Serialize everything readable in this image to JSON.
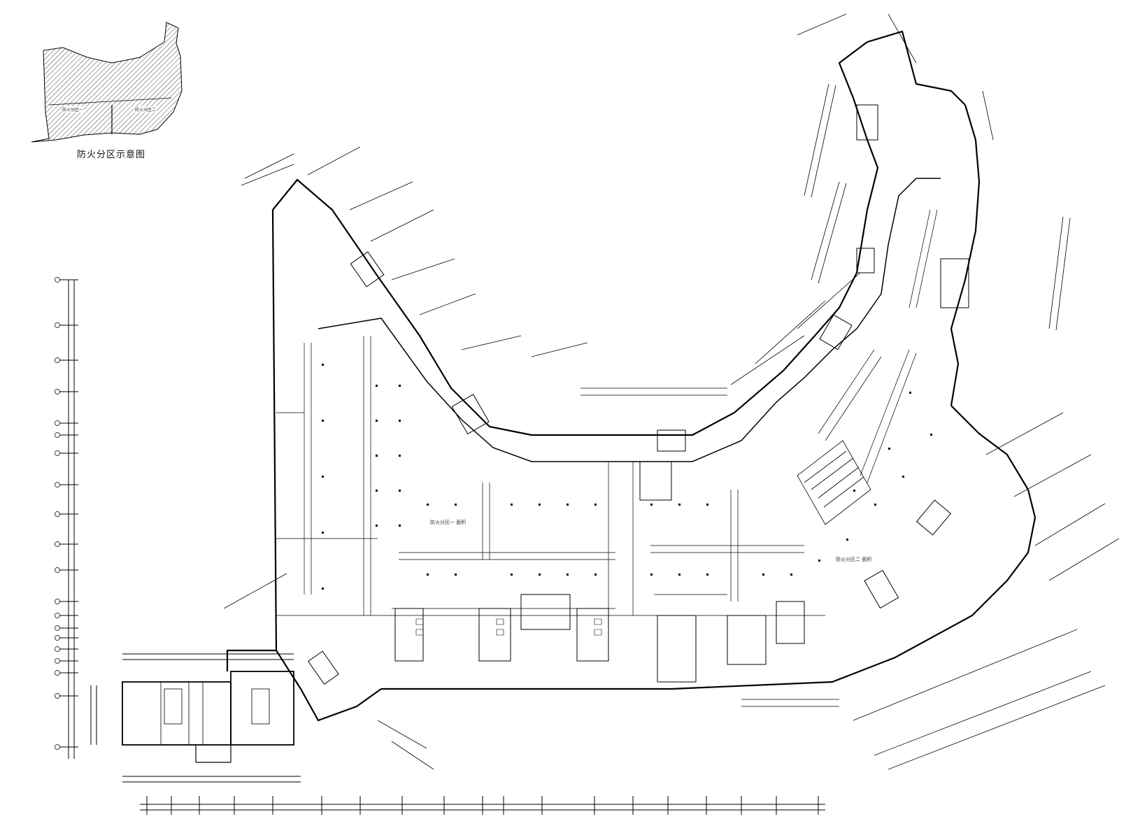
{
  "legend": {
    "caption": "防火分区示意图",
    "inset_labels": [
      "防火分区一",
      "防火分区二"
    ]
  },
  "zones": [
    {
      "id": "zone-a",
      "label": "防火分区一 面积"
    },
    {
      "id": "zone-b",
      "label": "防火分区二 面积"
    }
  ],
  "colors": {
    "line": "#000000",
    "hatch": "#444444",
    "background": "#ffffff"
  },
  "icons": [
    "column-marker",
    "axis-bubble",
    "stair-symbol",
    "elevator-symbol"
  ]
}
